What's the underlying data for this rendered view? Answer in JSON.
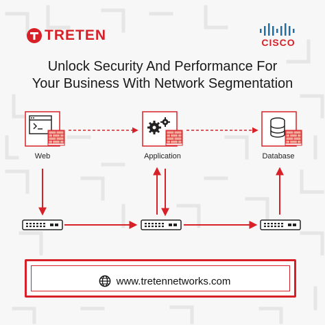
{
  "brand": {
    "left_logo_text": "TRETEN",
    "right_logo_text": "CISCO"
  },
  "headline": {
    "line1": "Unlock Security And Performance For",
    "line2": "Your Business With Network Segmentation"
  },
  "diagram": {
    "nodes": [
      {
        "id": "web",
        "label": "Web",
        "icon": "browser-window-icon"
      },
      {
        "id": "application",
        "label": "Application",
        "icon": "gears-icon"
      },
      {
        "id": "database",
        "label": "Database",
        "icon": "database-icon"
      }
    ],
    "switches": [
      {
        "id": "switch-left",
        "icon": "network-switch-icon"
      },
      {
        "id": "switch-middle",
        "icon": "network-switch-icon"
      },
      {
        "id": "switch-right",
        "icon": "network-switch-icon"
      }
    ],
    "connections": [
      {
        "from": "web",
        "to": "application",
        "style": "dashed"
      },
      {
        "from": "application",
        "to": "database",
        "style": "dashed"
      },
      {
        "from": "web",
        "to": "switch-left",
        "style": "solid"
      },
      {
        "from": "switch-left",
        "to": "switch-middle",
        "style": "solid"
      },
      {
        "from": "switch-middle",
        "to": "switch-right",
        "style": "solid"
      },
      {
        "from": "switch-middle",
        "to": "application",
        "style": "solid"
      },
      {
        "from": "application",
        "to": "switch-middle",
        "style": "solid"
      },
      {
        "from": "switch-right",
        "to": "database",
        "style": "solid"
      }
    ],
    "firewall_icon": "brick-firewall-icon"
  },
  "footer": {
    "url": "www.tretennetworks.com",
    "icon": "globe-icon"
  },
  "colors": {
    "accent": "#d72027",
    "cisco_blue": "#1d6fa5",
    "text": "#1a1a1a",
    "background": "#f7f7f7"
  }
}
